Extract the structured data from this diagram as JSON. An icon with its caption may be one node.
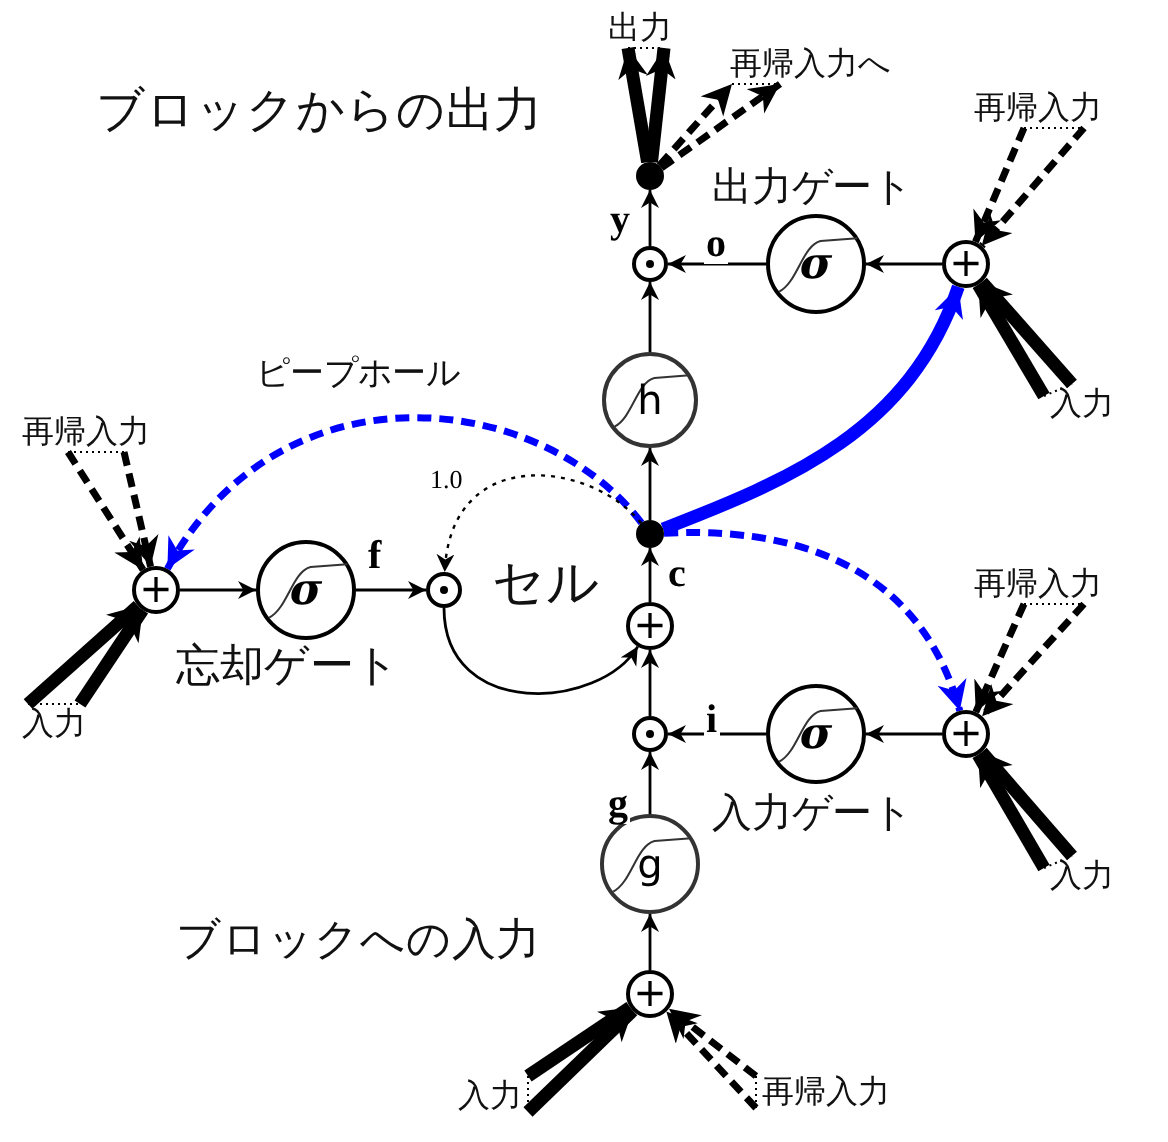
{
  "diagram": {
    "nodes": [
      {
        "text": [],
        "shape": "circle"
      },
      {
        "text": [
          "出力"
        ]
      },
      {
        "text": [
          "再帰入力へ"
        ]
      },
      {
        "text": [
          "ブロックからの出力"
        ]
      },
      {
        "text": [],
        "shape": "circle"
      },
      {
        "text": [
          "σ"
        ],
        "beside": [
          "出力ゲート"
        ]
      },
      {
        "text": [
          "+"
        ]
      },
      {
        "text": [
          "再帰入力"
        ]
      },
      {
        "text": [
          "入力"
        ]
      },
      {
        "text": [
          "h"
        ]
      },
      {
        "text": [],
        "shape": "circle"
      },
      {
        "text": [
          "ピープホール"
        ]
      },
      {
        "text": [
          "+"
        ]
      },
      {
        "text": [
          "再帰入力"
        ]
      },
      {
        "text": [
          "入力"
        ]
      },
      {
        "text": [
          "σ"
        ],
        "beside": [
          "忘却ゲート"
        ]
      },
      {
        "text": [],
        "shape": "circle"
      },
      {
        "text": [
          "セル"
        ]
      },
      {
        "text": [
          "+"
        ]
      },
      {
        "text": [],
        "shape": "circle"
      },
      {
        "text": [
          "σ"
        ],
        "beside": [
          "入力ゲート"
        ]
      },
      {
        "text": [
          "+"
        ]
      },
      {
        "text": [
          "再帰入力"
        ]
      },
      {
        "text": [
          "入力"
        ]
      },
      {
        "text": [
          "g"
        ]
      },
      {
        "text": [
          "+"
        ]
      },
      {
        "text": [
          "入力"
        ]
      },
      {
        "text": [
          "再帰入力"
        ]
      }
    ],
    "edges": [
      {
        "from": 0,
        "to": 1,
        "arrow": "to",
        "style": "thick"
      },
      {
        "from": 0,
        "to": 1,
        "arrow": "to",
        "style": "thick"
      },
      {
        "from": 0,
        "to": 2,
        "arrow": "to",
        "style": "dashed"
      },
      {
        "from": 0,
        "to": 2,
        "arrow": "to",
        "style": "dashed"
      },
      {
        "from": 4,
        "to": 0,
        "arrow": "to",
        "label": "y"
      },
      {
        "from": 9,
        "to": 4,
        "arrow": "to"
      },
      {
        "from": 10,
        "to": 9,
        "arrow": "to"
      },
      {
        "from": 6,
        "to": 5,
        "arrow": "to"
      },
      {
        "from": 5,
        "to": 4,
        "arrow": "to",
        "label": "o"
      },
      {
        "from": 7,
        "to": 6,
        "arrow": "to",
        "style": "dashed"
      },
      {
        "from": 7,
        "to": 6,
        "arrow": "to",
        "style": "dashed"
      },
      {
        "from": 8,
        "to": 6,
        "arrow": "to",
        "style": "thick"
      },
      {
        "from": 8,
        "to": 6,
        "arrow": "to",
        "style": "thick"
      },
      {
        "from": 10,
        "to": 6,
        "arrow": "to",
        "style": "thick",
        "color": "#0000ff"
      },
      {
        "from": 10,
        "to": 12,
        "arrow": "to",
        "style": "dashed",
        "color": "#0000ff"
      },
      {
        "from": 10,
        "to": 21,
        "arrow": "to",
        "style": "dashed",
        "color": "#0000ff"
      },
      {
        "from": 10,
        "to": 16,
        "arrow": "to",
        "style": "dashed",
        "label": "1.0"
      },
      {
        "from": 13,
        "to": 12,
        "arrow": "to",
        "style": "dashed"
      },
      {
        "from": 13,
        "to": 12,
        "arrow": "to",
        "style": "dashed"
      },
      {
        "from": 14,
        "to": 12,
        "arrow": "to",
        "style": "thick"
      },
      {
        "from": 14,
        "to": 12,
        "arrow": "to",
        "style": "thick"
      },
      {
        "from": 12,
        "to": 15,
        "arrow": "to"
      },
      {
        "from": 15,
        "to": 16,
        "arrow": "to",
        "label": "f"
      },
      {
        "from": 16,
        "to": 18,
        "arrow": "to"
      },
      {
        "from": 18,
        "to": 10,
        "arrow": "to",
        "label": "c"
      },
      {
        "from": 19,
        "to": 18,
        "arrow": "to"
      },
      {
        "from": 21,
        "to": 20,
        "arrow": "to"
      },
      {
        "from": 20,
        "to": 19,
        "arrow": "to",
        "label": "i"
      },
      {
        "from": 22,
        "to": 21,
        "arrow": "to",
        "style": "dashed"
      },
      {
        "from": 22,
        "to": 21,
        "arrow": "to",
        "style": "dashed"
      },
      {
        "from": 23,
        "to": 21,
        "arrow": "to",
        "style": "thick"
      },
      {
        "from": 23,
        "to": 21,
        "arrow": "to",
        "style": "thick"
      },
      {
        "from": 24,
        "to": 19,
        "arrow": "to",
        "label": "g"
      },
      {
        "from": 25,
        "to": 24,
        "arrow": "to"
      },
      {
        "from": 26,
        "to": 25,
        "arrow": "to",
        "style": "thick"
      },
      {
        "from": 26,
        "to": 25,
        "arrow": "to",
        "style": "thick"
      },
      {
        "from": 27,
        "to": 25,
        "arrow": "to",
        "style": "dashed"
      },
      {
        "from": 27,
        "to": 25,
        "arrow": "to",
        "style": "dashed"
      }
    ],
    "labels": [
      "ブロックへの入力"
    ]
  }
}
